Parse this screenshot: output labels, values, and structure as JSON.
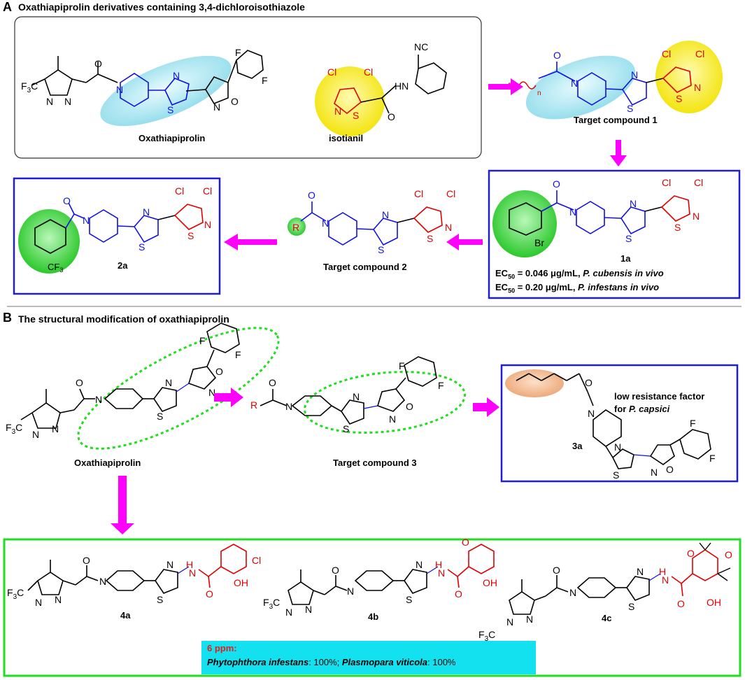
{
  "panel_a": {
    "letter": "A",
    "title": "Oxathiapiprolin derivatives containing 3,4-dichloroisothiazole",
    "lead1": "Oxathiapiprolin",
    "lead2": "isotianil",
    "target1": "Target compound 1",
    "target2": "Target compound 2",
    "cmpd_1a": "1a",
    "cmpd_2a": "2a",
    "ec50_line1_pre": "EC",
    "ec50_line1_sub": "50",
    "ec50_line1_val": " = 0.046 μg/mL, ",
    "ec50_line1_sp": "P. cubensis in vivo",
    "ec50_line2_pre": "EC",
    "ec50_line2_sub": "50",
    "ec50_line2_val": " = 0.20 μg/mL, ",
    "ec50_line2_sp": "P. infestans in vivo"
  },
  "panel_b": {
    "letter": "B",
    "title": "The structural modification of oxathiapiprolin",
    "lead": "Oxathiapiprolin",
    "target3": "Target compound 3",
    "cmpd_3a": "3a",
    "note_3a_line1": "low resistance factor",
    "note_3a_line2_pre": "for ",
    "note_3a_line2_sp": "P. capsici",
    "cmpd_4a": "4a",
    "cmpd_4b": "4b",
    "cmpd_4c": "4c",
    "activity_dose": "6 ppm:",
    "activity_sp1": "Phytophthora infestans",
    "activity_val1": ": 100%; ",
    "activity_sp2": "Plasmopara viticola",
    "activity_val2": ": 100%"
  },
  "atoms": {
    "F": "F",
    "Cl": "Cl",
    "N": "N",
    "O": "O",
    "S": "S",
    "Br": "Br",
    "NC": "NC",
    "HN": "HN",
    "H": "H",
    "OH": "OH",
    "R": "R",
    "n": "n",
    "CF3_main": "F",
    "CF3_sub": "3",
    "C": "C"
  },
  "colors": {
    "magenta_arrow": "#ff00ff",
    "blue_box": "#1f1fd0",
    "green_box": "#22dd22",
    "yellow_highlight": "#f5e800",
    "cyan_highlight": "#9fe3ef",
    "green_highlight": "#2ed12e",
    "orange_highlight": "#f1b68c",
    "activity_bg": "#14e1f0",
    "activity_dose": "#e0201a",
    "red_atom": "#e00000",
    "blue_atom": "#1010e0"
  }
}
